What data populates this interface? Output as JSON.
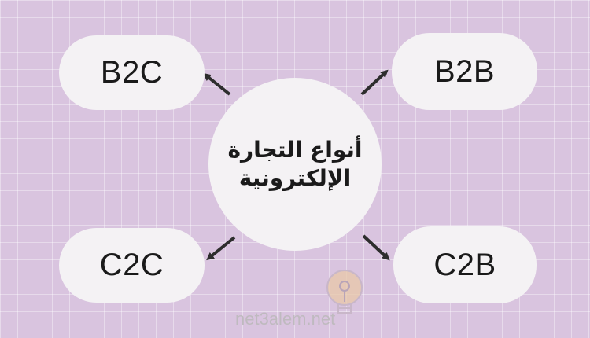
{
  "center": {
    "line1": "أنواع التجارة",
    "line2": "الإلكترونية"
  },
  "types": {
    "b2c": "B2C",
    "b2b": "B2B",
    "c2c": "C2C",
    "c2b": "C2B"
  },
  "watermark": "net3alem.net",
  "colors": {
    "background": "#d9c4df",
    "grid": "#ffffff",
    "shape_fill": "#f4f2f4",
    "arrow": "#2d2d2d",
    "text": "#1a1a1a"
  }
}
